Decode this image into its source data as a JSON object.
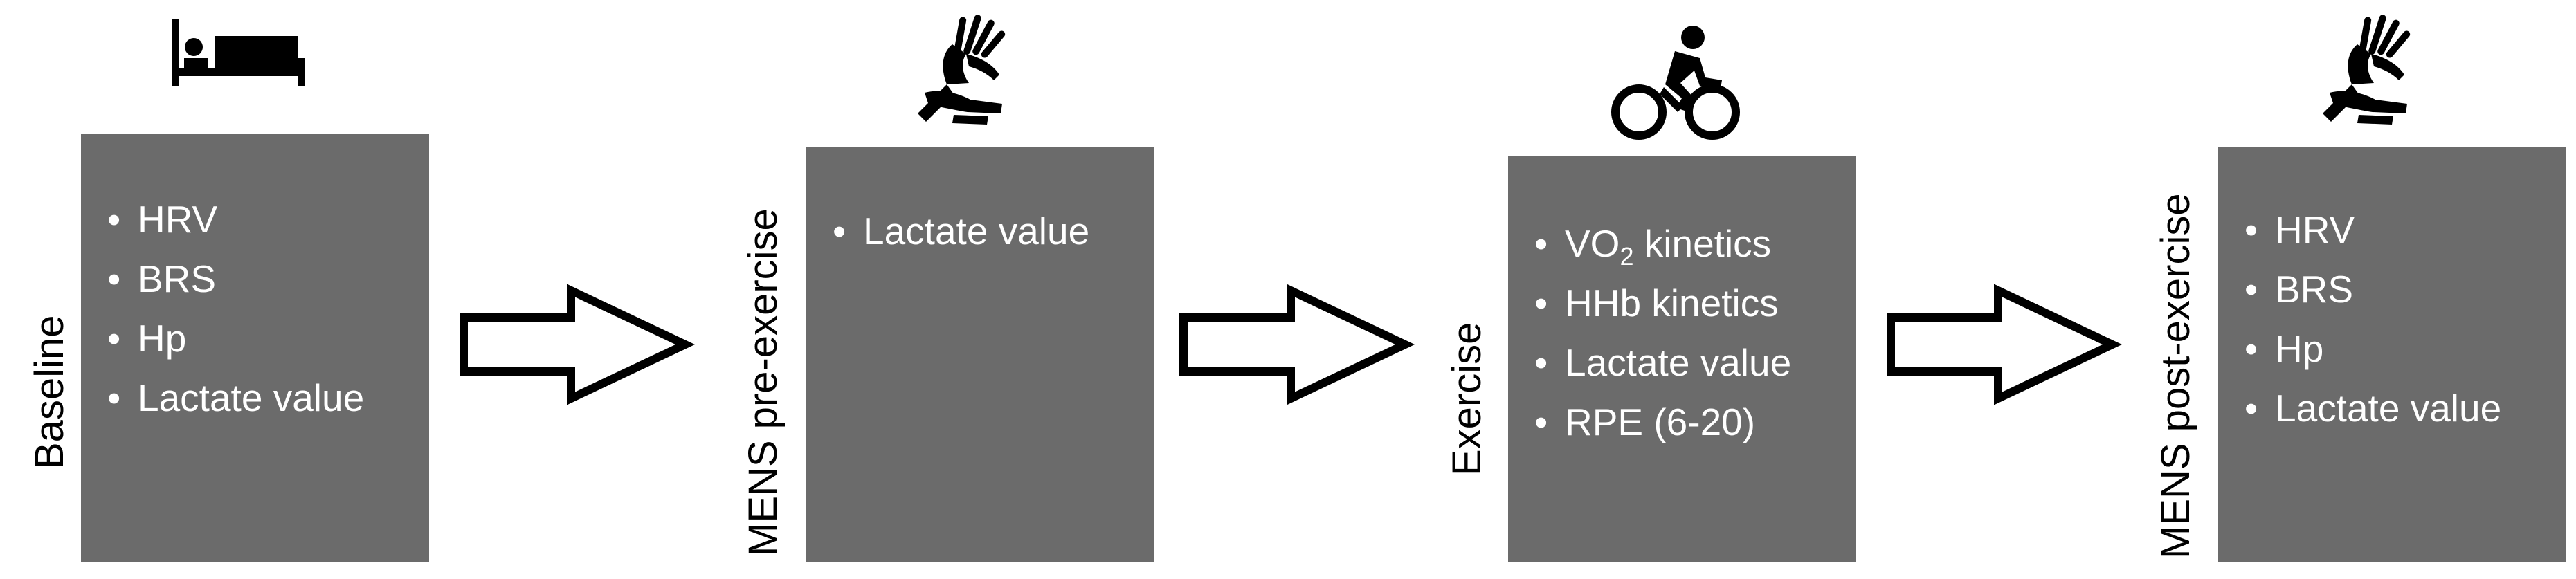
{
  "stages": [
    {
      "label": "Baseline",
      "icon": "bed-icon",
      "items": [
        "HRV",
        "BRS",
        "Hp",
        "Lactate value"
      ]
    },
    {
      "label": "MENS pre-exercise",
      "icon": "hands-massage-icon",
      "items": [
        "Lactate value"
      ]
    },
    {
      "label": "Exercise",
      "icon": "cyclist-icon",
      "items": [
        {
          "pre": "VO",
          "sub": "2",
          "post": " kinetics"
        },
        "HHb kinetics",
        "Lactate value",
        "RPE (6-20)"
      ]
    },
    {
      "label": "MENS post-exercise",
      "icon": "hands-massage-icon",
      "items": [
        "HRV",
        "BRS",
        "Hp",
        "Lactate value"
      ]
    }
  ],
  "colors": {
    "box": "#6b6b6b",
    "text": "#ffffff",
    "label": "#000000",
    "arrow": "#000000"
  }
}
